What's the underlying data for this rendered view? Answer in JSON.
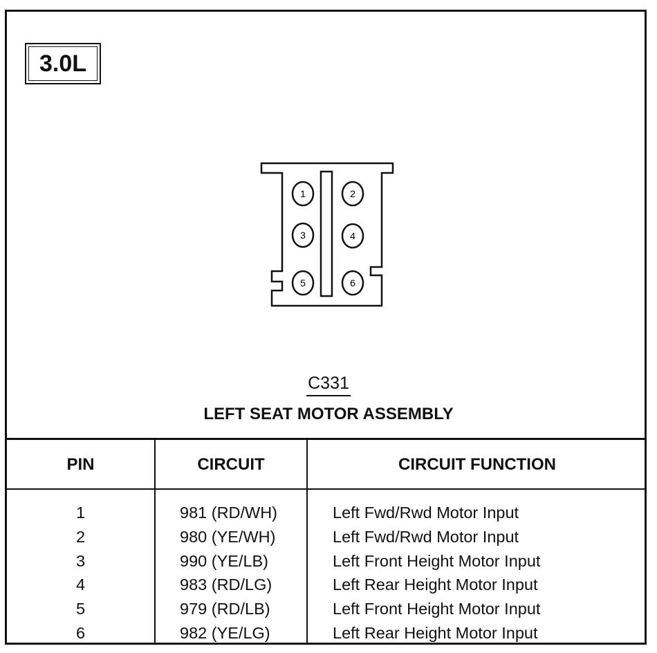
{
  "engine_label": "3.0L",
  "connector": {
    "id": "C331",
    "title": "LEFT SEAT MOTOR ASSEMBLY",
    "pins": [
      "1",
      "2",
      "3",
      "4",
      "5",
      "6"
    ]
  },
  "table": {
    "headers": {
      "pin": "PIN",
      "circuit": "CIRCUIT",
      "function": "CIRCUIT FUNCTION"
    },
    "rows": [
      {
        "pin": "1",
        "circuit": "981 (RD/WH)",
        "function": "Left Fwd/Rwd Motor Input"
      },
      {
        "pin": "2",
        "circuit": "980 (YE/WH)",
        "function": "Left Fwd/Rwd Motor Input"
      },
      {
        "pin": "3",
        "circuit": "990 (YE/LB)",
        "function": "Left Front Height Motor Input"
      },
      {
        "pin": "4",
        "circuit": "983 (RD/LG)",
        "function": "Left Rear Height Motor Input"
      },
      {
        "pin": "5",
        "circuit": "979 (RD/LB)",
        "function": "Left Front Height Motor Input"
      },
      {
        "pin": "6",
        "circuit": "982 (YE/LG)",
        "function": "Left Rear Height Motor Input"
      }
    ]
  }
}
